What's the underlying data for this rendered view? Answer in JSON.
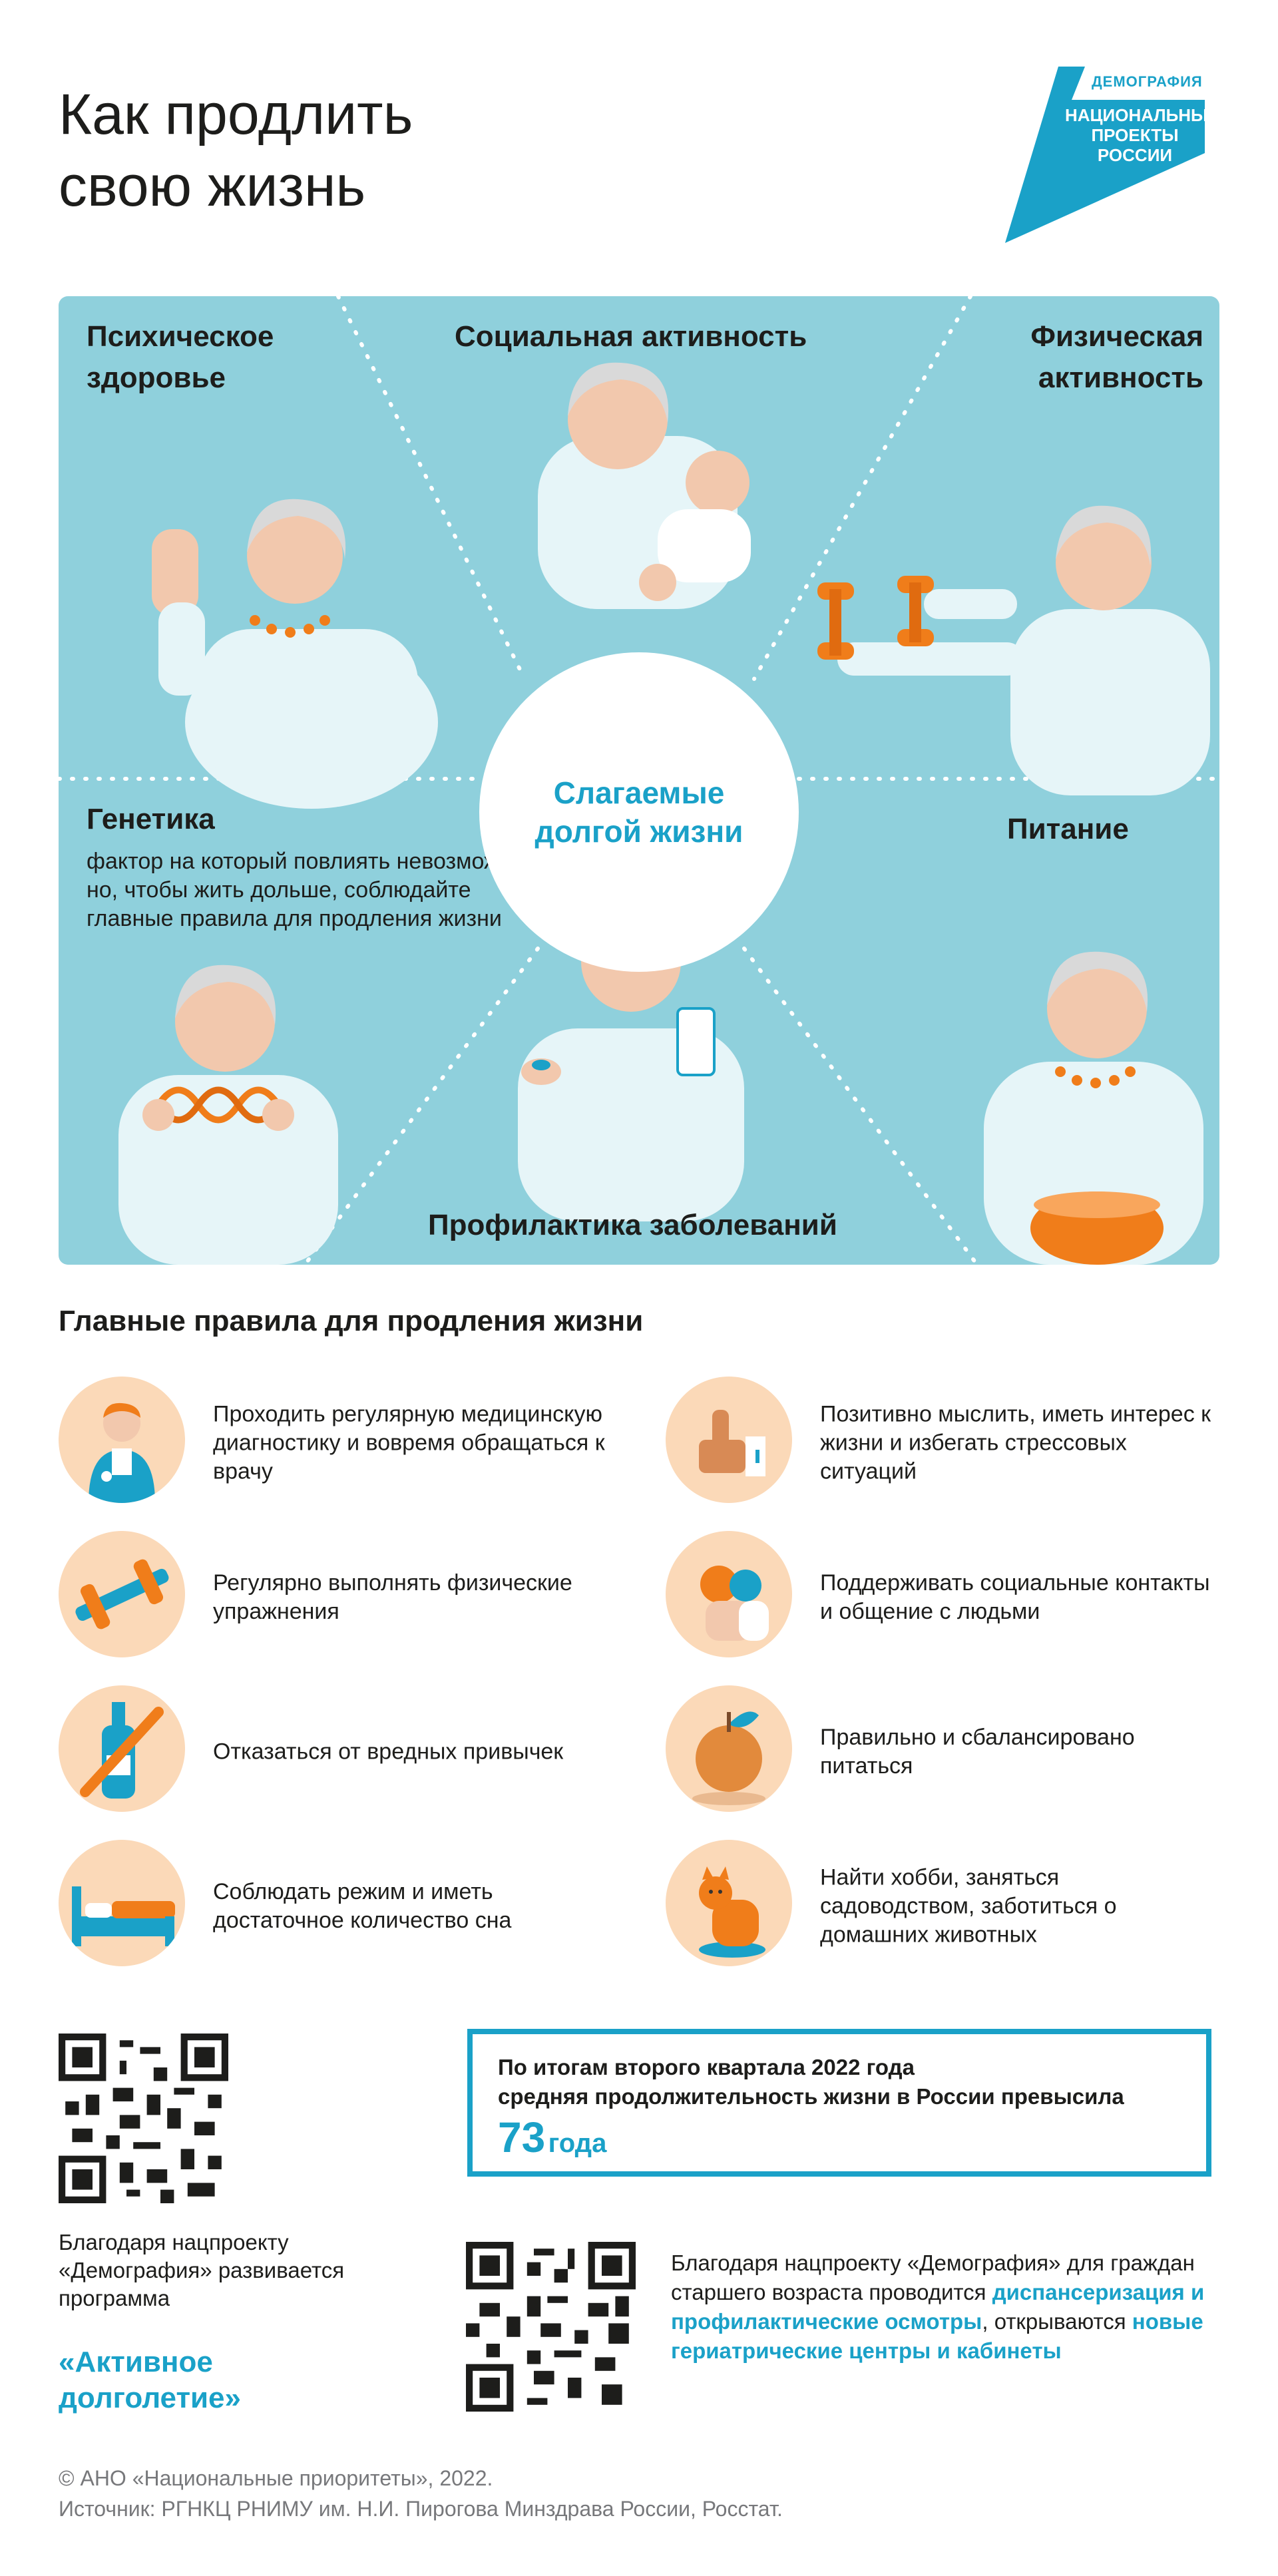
{
  "header": {
    "title_line1": "Как продлить",
    "title_line2": "свою жизнь",
    "logo_small": "ДЕМОГРАФИЯ",
    "logo_big_1": "НАЦИОНАЛЬНЫЕ",
    "logo_big_2": "ПРОЕКТЫ",
    "logo_big_3": "РОССИИ"
  },
  "panel": {
    "mental_1": "Психическое",
    "mental_2": "здоровье",
    "social": "Социальная активность",
    "physical_1": "Физическая",
    "physical_2": "активность",
    "genetics": "Генетика",
    "genetics_text": "фактор на который повлиять невозможно, но, чтобы жить дольше, соблюдайте главные правила для продления жизни",
    "nutrition": "Питание",
    "prevention": "Профилактика заболеваний",
    "center": "Слагаемые долгой жизни"
  },
  "rules": {
    "title": "Главные правила для продления жизни",
    "items": [
      {
        "text": "Проходить регулярную медицинскую диагностику и вовремя обращаться к врачу",
        "icon": "doctor-icon"
      },
      {
        "text": "Позитивно мыслить, иметь интерес к жизни и избегать стрессовых ситуаций",
        "icon": "thumbs-up-icon"
      },
      {
        "text": "Регулярно выполнять физические упражнения",
        "icon": "dumbbell-icon"
      },
      {
        "text": "Поддерживать социальные контакты и общение с людьми",
        "icon": "people-icon"
      },
      {
        "text": "Отказаться от вредных привычек",
        "icon": "no-bottle-icon"
      },
      {
        "text": "Правильно и сбалансировано питаться",
        "icon": "apple-icon"
      },
      {
        "text": "Соблюдать режим и иметь достаточное количество сна",
        "icon": "bed-icon"
      },
      {
        "text": "Найти хобби, заняться садоводством, заботиться о домашних животных",
        "icon": "cat-icon"
      }
    ]
  },
  "stat": {
    "line1": "По итогам второго квартала 2022 года",
    "line2": "средняя продолжительность жизни в России превысила",
    "number": "73",
    "unit": "года"
  },
  "left_note": {
    "text": "Благодаря нацпроекту «Демография» развивается программа",
    "accent": "«Активное долголетие»"
  },
  "right_note": {
    "p1": "Благодаря нацпроекту «Демография» для граждан старшего возраста проводится",
    "hl1": "диспансеризация и профилактические осмотры",
    "p2": ",",
    "p3": "открываются",
    "hl2": "новые гериатрические центры и кабинеты"
  },
  "footer": {
    "line1": "© АНО «Национальные приоритеты», 2022.",
    "line2": "Источник: РГНКЦ РНИМУ им. Н.И. Пирогова Минздрава России, Росстат."
  },
  "colors": {
    "accent": "#1aa1c8",
    "panel": "#8fd0dc",
    "icon_bg": "#fbd9b8",
    "orange": "#f07d1a"
  }
}
